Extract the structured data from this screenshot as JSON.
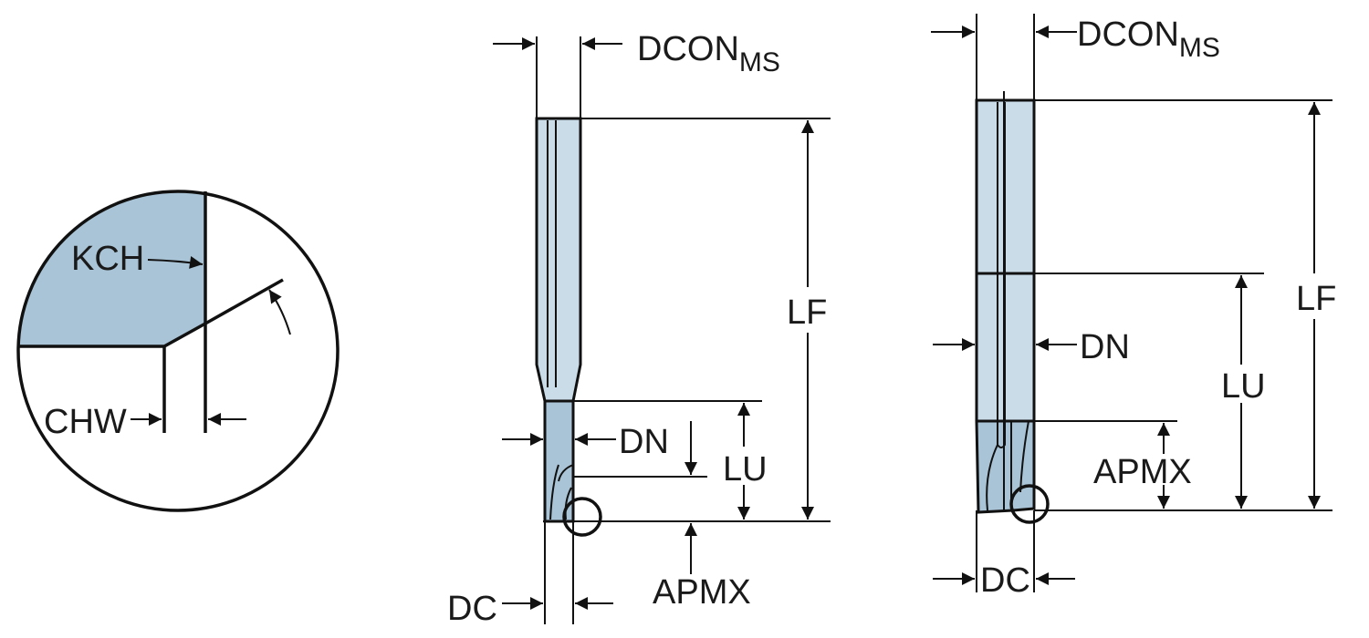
{
  "detail": {
    "labels": {
      "kch": "KCH",
      "chw": "CHW"
    },
    "colors": {
      "chamfer_fill": "#a9c4d6"
    }
  },
  "tool_short": {
    "labels": {
      "dcon": "DCON",
      "dcon_sub": "MS",
      "lf": "LF",
      "lu": "LU",
      "dn": "DN",
      "apmx": "APMX",
      "dc": "DC"
    }
  },
  "tool_long": {
    "labels": {
      "dcon": "DCON",
      "dcon_sub": "MS",
      "lf": "LF",
      "lu": "LU",
      "dn": "DN",
      "apmx": "APMX",
      "dc": "DC"
    }
  },
  "colors": {
    "shank": "#c9dce8",
    "neck": "#a9c4d6",
    "line": "#111111"
  }
}
